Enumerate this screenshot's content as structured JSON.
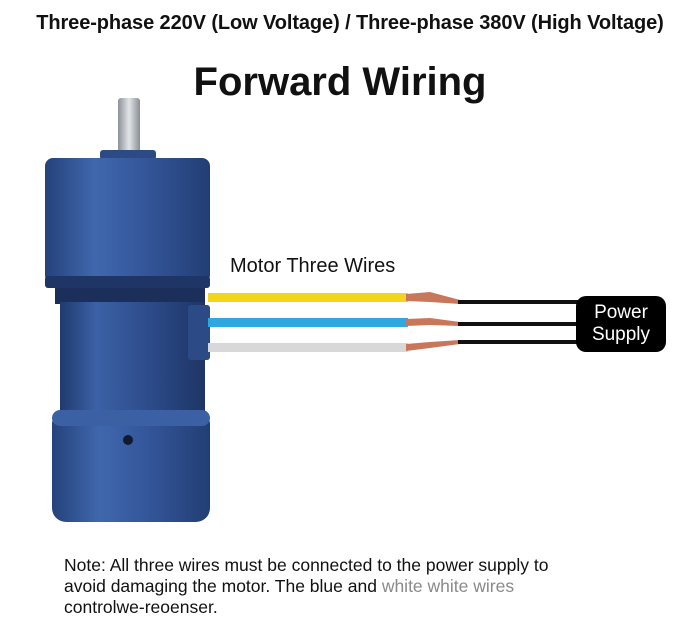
{
  "header": {
    "text": "Three-phase 220V (Low Voltage) / Three-phase 380V (High Voltage)"
  },
  "title": "Forward Wiring",
  "motor_label": "Motor Three Wires",
  "power_supply": {
    "line1": "Power",
    "line2": "Supply"
  },
  "wires": [
    {
      "name": "yellow",
      "color": "#f2d51c"
    },
    {
      "name": "blue",
      "color": "#2ea8e0"
    },
    {
      "name": "white",
      "color": "#d8d8d8"
    }
  ],
  "colors": {
    "motor_body": "#2f4f8f",
    "motor_dark": "#223a6d",
    "shaft": "#b8bcc2",
    "copper": "#c9775a",
    "black_wire": "#111111"
  },
  "note": {
    "line1": "Note: All three wires must be connected to the power supply to",
    "line2_main": "avoid damaging the motor. The blue and ",
    "line2_faded": "white white wires",
    "line3": "controlwe-reoenser."
  }
}
